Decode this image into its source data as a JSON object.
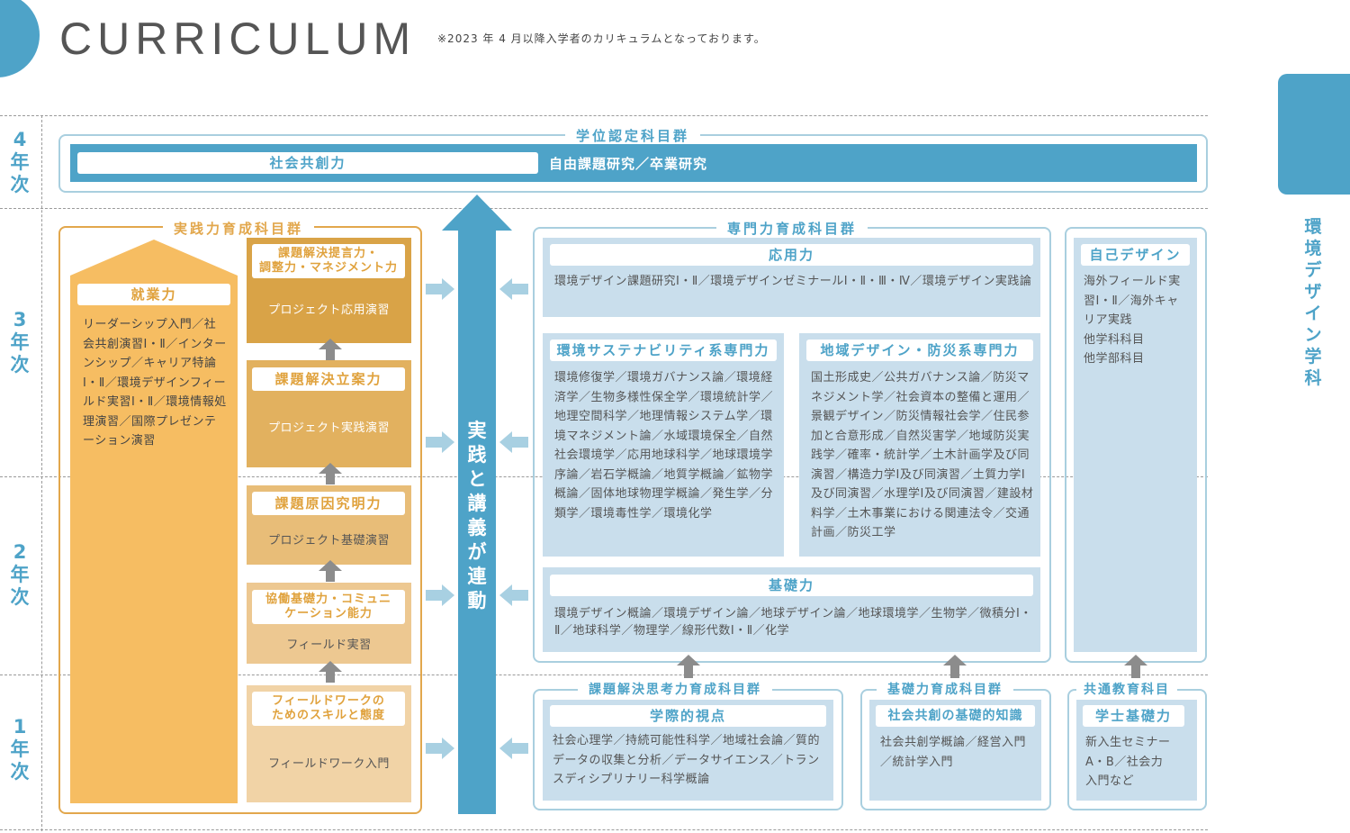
{
  "header": {
    "title": "CURRICULUM",
    "note": "※2023 年 4 月以降入学者のカリキュラムとなっております。"
  },
  "department": "環境デザイン学科",
  "years": [
    "4\n年\n次",
    "3\n年\n次",
    "2\n年\n次",
    "1\n年\n次"
  ],
  "degree": {
    "title": "学位認定科目群",
    "left": "社会共創力",
    "right": "自由課題研究／卒業研究"
  },
  "practice": {
    "title": "実践力育成科目群",
    "employ_label": "就業力",
    "employ_text": "リーダーシップ入門／社会共創演習Ⅰ・Ⅱ／インターンシップ／キャリア特論Ⅰ・Ⅱ／環境デザインフィールド実習Ⅰ・Ⅱ／環境情報処理演習／国際プレゼンテーション演習",
    "steps": [
      {
        "label": "課題解決提言力・\n調整力・マネジメント力",
        "text": "プロジェクト応用演習"
      },
      {
        "label": "課題解決立案力",
        "text": "プロジェクト実践演習"
      },
      {
        "label": "課題原因究明力",
        "text": "プロジェクト基礎演習"
      },
      {
        "label": "協働基礎力・コミュニ\nケーション能力",
        "text": "フィールド実習"
      },
      {
        "label": "フィールドワークの\nためのスキルと態度",
        "text": "フィールドワーク入門"
      }
    ]
  },
  "center_arrow": "実践と講義が連動",
  "specialist": {
    "title": "専門力育成科目群",
    "applied_label": "応用力",
    "applied_text": "環境デザイン課題研究Ⅰ・Ⅱ／環境デザインゼミナールⅠ・Ⅱ・Ⅲ・Ⅳ／環境デザイン実践論",
    "sus_label": "環境サステナビリティ系専門力",
    "sus_text": "環境修復学／環境ガバナンス論／環境経済学／生物多様性保全学／環境統計学／地理空間科学／地理情報システム学／環境マネジメント論／水域環境保全／自然社会環境学／応用地球科学／地球環境学序論／岩石学概論／地質学概論／鉱物学概論／固体地球物理学概論／発生学／分類学／環境毒性学／環境化学",
    "reg_label": "地域デザイン・防災系専門力",
    "reg_text": "国土形成史／公共ガバナンス論／防災マネジメント学／社会資本の整備と運用／景観デザイン／防災情報社会学／住民参加と合意形成／自然災害学／地域防災実践学／確率・統計学／土木計画学及び同演習／構造力学Ⅰ及び同演習／土質力学Ⅰ及び同演習／水理学Ⅰ及び同演習／建設材料学／土木事業における関連法令／交通計画／防災工学",
    "basic_label": "基礎力",
    "basic_text": "環境デザイン概論／環境デザイン論／地球デザイン論／地球環境学／生物学／微積分Ⅰ・Ⅱ／地球科学／物理学／線形代数Ⅰ・Ⅱ／化学"
  },
  "self_design": {
    "label": "自己デザイン",
    "text": "海外フィールド実習Ⅰ・Ⅱ／海外キャリア実践\n他学科科目\n他学部科目"
  },
  "thinking": {
    "title": "課題解決思考力育成科目群",
    "label": "学際的視点",
    "text": "社会心理学／持続可能性科学／地域社会論／質的データの収集と分析／データサイエンス／トランスディシプリナリー科学概論"
  },
  "foundation": {
    "title": "基礎力育成科目群",
    "label": "社会共創の基礎的知識",
    "text": "社会共創学概論／経営入門／統計学入門"
  },
  "common": {
    "title": "共通教育科目",
    "label": "学士基礎力",
    "text": "新入生セミナー\nA・B／社会力\n入門など"
  },
  "colors": {
    "blue": "#4ea3c8",
    "light_blue": "#c9deec",
    "orange": "#e2a74c",
    "pale_orange": "#f6bd62",
    "step_dark": "#d9a347",
    "step_mid": "#e2b15f",
    "step_light": "#edc891",
    "step_pale": "#f1d3a6",
    "gray_arrow": "#8c8c8c"
  }
}
